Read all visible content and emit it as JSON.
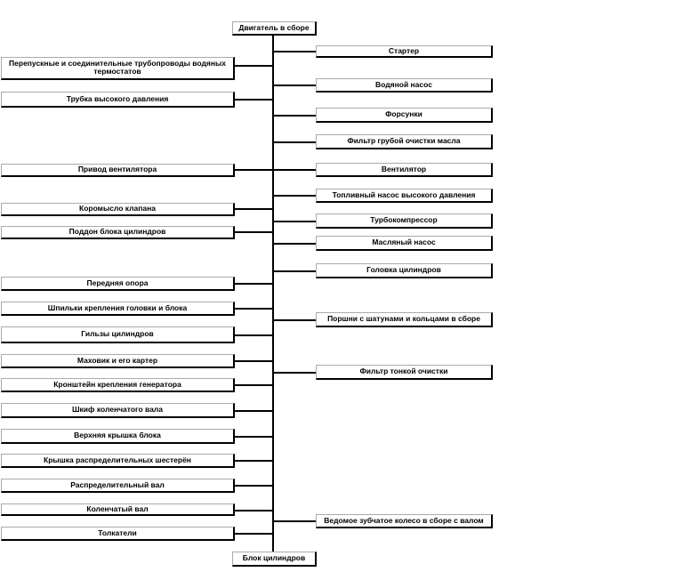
{
  "diagram": {
    "top_node": "Двигатель в сборе",
    "bottom_node": "Блок цилиндров",
    "left_items": [
      "Перепускные и соединительные трубопроводы водяных термостатов",
      "Трубка высокого давления",
      "Привод вентилятора",
      "Коромысло клапана",
      "Поддон блока цилиндров",
      "Передняя опора",
      "Шпильки крепления головки и блока",
      "Гильзы цилиндров",
      "Маховик и его картер",
      "Кронштейн крепления генератора",
      "Шкиф коленчатого вала",
      "Верхняя крышка блока",
      "Крышка распределительных шестерён",
      "Распределительный вал",
      "Коленчатый вал",
      "Толкатели"
    ],
    "right_items": [
      "Стартер",
      "Водяной насос",
      "Форсунки",
      "Фильтр грубой очистки масла",
      "Вентилятор",
      "Топливный насос высокого давления",
      "Турбокомпрессор",
      "Масляный насос",
      "Головка цилиндров",
      "Поршни с шатунами и кольцами в сборе",
      "Фильтр тонкой очистки",
      "Ведомое зубчатое колесо в сборе с валом"
    ]
  }
}
